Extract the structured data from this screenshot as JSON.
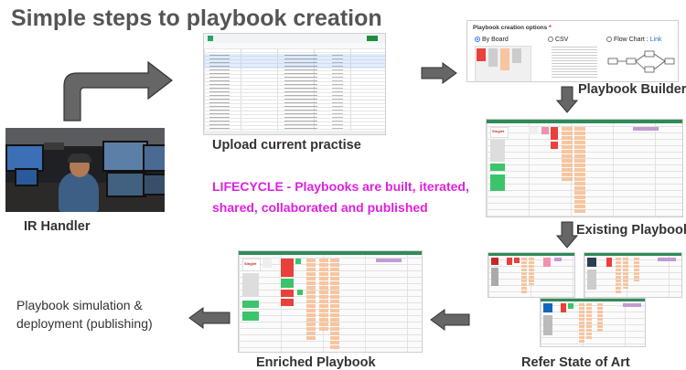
{
  "title": "Simple steps to playbook creation",
  "captions": {
    "ir_handler": "IR Handler",
    "upload": "Upload current practise",
    "builder": "Playbook Builder",
    "existing": "Existing Playbook",
    "enriched": "Enriched Playbook",
    "refer": "Refer State of Art"
  },
  "simulation": [
    "Playbook simulation &",
    "deployment (publishing)"
  ],
  "lifecycle": [
    "LIFECYCLE - Playbooks are built, iterated,",
    "shared, collaborated and published"
  ],
  "builder_dialog": {
    "title": "Playbook creation options",
    "required_mark": "*",
    "opt_board": "By Board",
    "opt_csv": "CSV",
    "opt_flow": "Flow Chart :",
    "opt_flow_link": "Link"
  },
  "board_logo": "Singlet",
  "colors": {
    "title": "#555555",
    "lifecycle": "#e020e0",
    "arrow": "#666666",
    "board_header": "#2e8b57",
    "card_red": "#e8413c",
    "card_green": "#3cc46a",
    "card_pink": "#f48fb1",
    "card_orange": "#f7c59f",
    "card_purple": "#c39bd3",
    "link": "#1e6fd9"
  }
}
